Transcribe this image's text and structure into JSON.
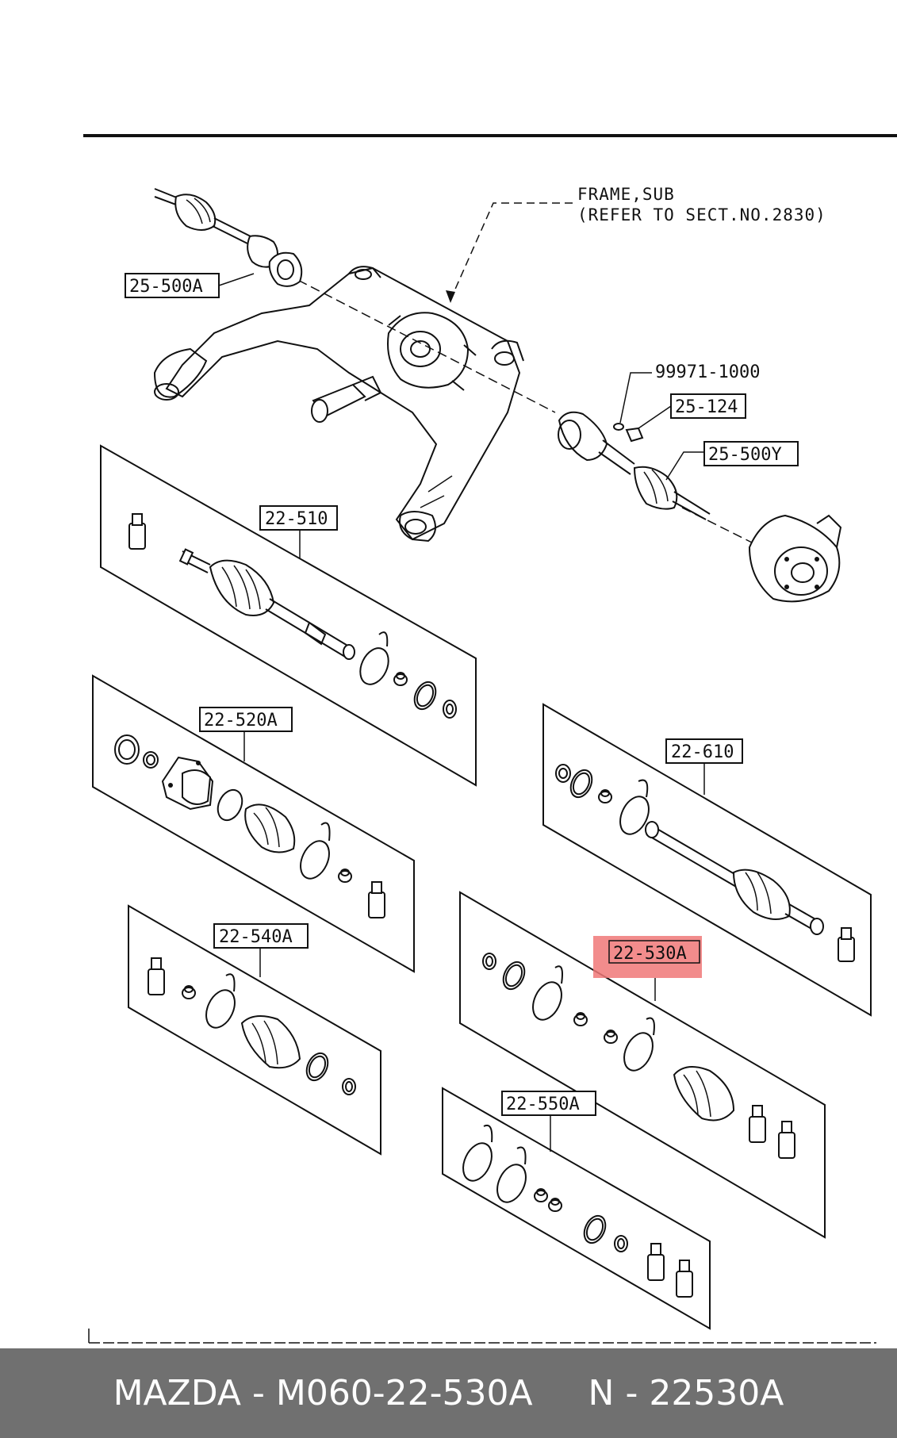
{
  "header_note": {
    "line1": "FRAME,SUB",
    "line2": "(REFER TO SECT.NO.2830)"
  },
  "callouts": {
    "c_25_500A": "25-500A",
    "c_99971": "99971-1000",
    "c_25_124": "25-124",
    "c_25_500Y": "25-500Y",
    "c_22_510": "22-510",
    "c_22_520A": "22-520A",
    "c_22_610": "22-610",
    "c_22_540A": "22-540A",
    "c_22_530A": "22-530A",
    "c_22_550A": "22-550A"
  },
  "highlight": {
    "label": "22-530A",
    "color": "#f07878"
  },
  "footer": {
    "text": "MAZDA - M060-22-530A     N - 22530A",
    "background": "#707070",
    "text_color": "#ffffff"
  }
}
